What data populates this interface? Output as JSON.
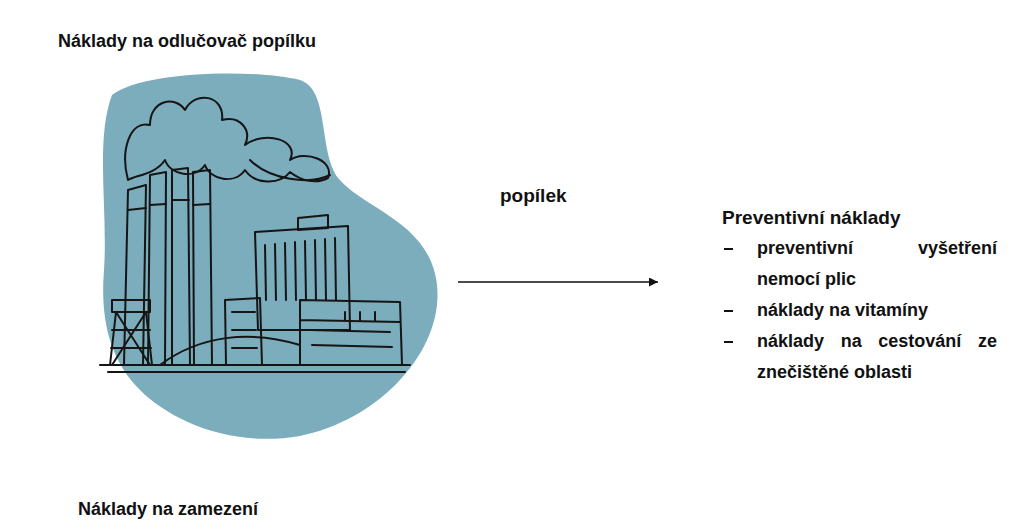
{
  "diagram": {
    "nodes": [
      {
        "text": [
          "Náklady na odlučovač popílku",
          "Náklady na zamezení"
        ]
      },
      {
        "text": [
          "Preventivní náklady",
          "preventivní vyšetření nemocí plic",
          "náklady na vitamíny",
          "náklady na cestování ze znečištěné oblasti"
        ]
      }
    ],
    "edges": [
      {
        "from": 0,
        "to": 1,
        "arrow": "to",
        "label": "popílek"
      }
    ]
  }
}
